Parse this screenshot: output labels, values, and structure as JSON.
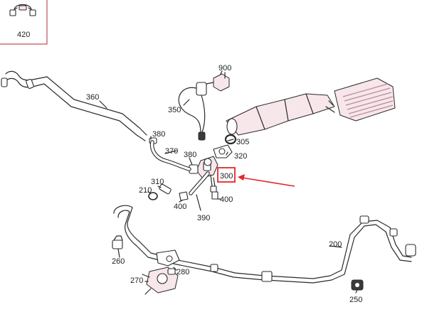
{
  "colors": {
    "line": "#2a2a2a",
    "part_fill": "#f7e6ea",
    "part_shade": "#b88a96",
    "highlight": "#e3262b",
    "inset_border": "#c0505a"
  },
  "inset": {
    "part_number": "420",
    "icon": "hose-clamp-icon"
  },
  "labels": {
    "p200": "200",
    "p210": "210",
    "p250": "250",
    "p260": "260",
    "p270": "270",
    "p280": "280",
    "p300": "300",
    "p305": "305",
    "p310": "310",
    "p320": "320",
    "p350": "350",
    "p360": "360",
    "p370": "370",
    "p380a": "380",
    "p380b": "380",
    "p390": "390",
    "p400a": "400",
    "p400b": "400",
    "p900": "900"
  },
  "highlighted_part": "300"
}
